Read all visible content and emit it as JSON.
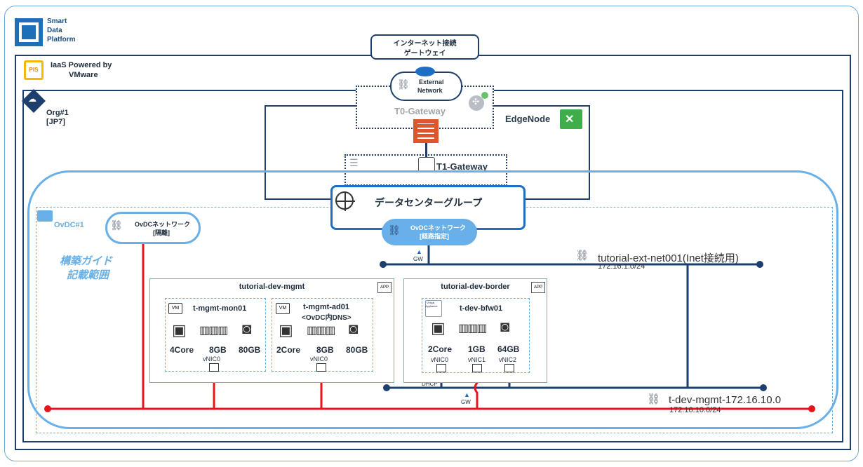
{
  "platform": {
    "logo_lines": [
      "Smart",
      "Data",
      "Platform"
    ]
  },
  "iaas": {
    "badge": "PIS",
    "label_line1": "IaaS Powered by",
    "label_line2": "VMware"
  },
  "org": {
    "label_line1": "Org#1",
    "label_line2": "[JP7]"
  },
  "internet_gateway": {
    "line1": "インターネット接続",
    "line2": "ゲートウェイ"
  },
  "external_network": {
    "line1": "External",
    "line2": "Network"
  },
  "t0_gateway": {
    "label": "T0-Gateway"
  },
  "edge_node": {
    "label": "EdgeNode"
  },
  "t1_gateway": {
    "label": "T1-Gateway"
  },
  "datacenter_group": {
    "label": "データセンターグループ"
  },
  "ovdc_network_routed": {
    "line1": "OvDCネットワーク",
    "line2": "[経路指定]"
  },
  "ovdc": {
    "label": "OvDC#1"
  },
  "ovdc_network_isolated": {
    "line1": "OvDCネットワーク",
    "line2": "[隔離]"
  },
  "guide_scope": {
    "line1": "構築ガイド",
    "line2": "記載範囲"
  },
  "ext_net": {
    "name": "tutorial-ext-net001(Inet接続用)",
    "cidr": "172.16.1.0/24",
    "gw": "GW"
  },
  "mgmt_net": {
    "name": "t-dev-mgmt-172.16.10.0",
    "cidr": "172.16.10.0/24",
    "gw": "GW",
    "dhcp": "DHCP"
  },
  "vapp_mgmt": {
    "title": "tutorial-dev-mgmt",
    "app_tag": "APP",
    "vms": [
      {
        "tag": "VM",
        "name_line1": "t-mgmt-mon01",
        "name_line2": "",
        "cpu": "4Core",
        "mem": "8GB",
        "disk": "80GB",
        "nic": "vNIC0"
      },
      {
        "tag": "VM",
        "name_line1": "t-mgmt-ad01",
        "name_line2": "<OvDC内DNS>",
        "cpu": "2Core",
        "mem": "8GB",
        "disk": "80GB",
        "nic": "vNIC0"
      }
    ]
  },
  "vapp_border": {
    "title": "tutorial-dev-border",
    "app_tag": "APP",
    "vm": {
      "tag_line1": "Virtual",
      "tag_line2": "Appliance",
      "name": "t-dev-bfw01",
      "cpu": "2Core",
      "mem": "1GB",
      "disk": "64GB",
      "nics": [
        "vNIC0",
        "vNIC1",
        "vNIC2"
      ]
    }
  },
  "colors": {
    "navy": "#1e3f6e",
    "light_blue": "#6ab0e8",
    "red": "#e8141c",
    "firewall": "#e0552a",
    "edge_green": "#3fae49"
  }
}
